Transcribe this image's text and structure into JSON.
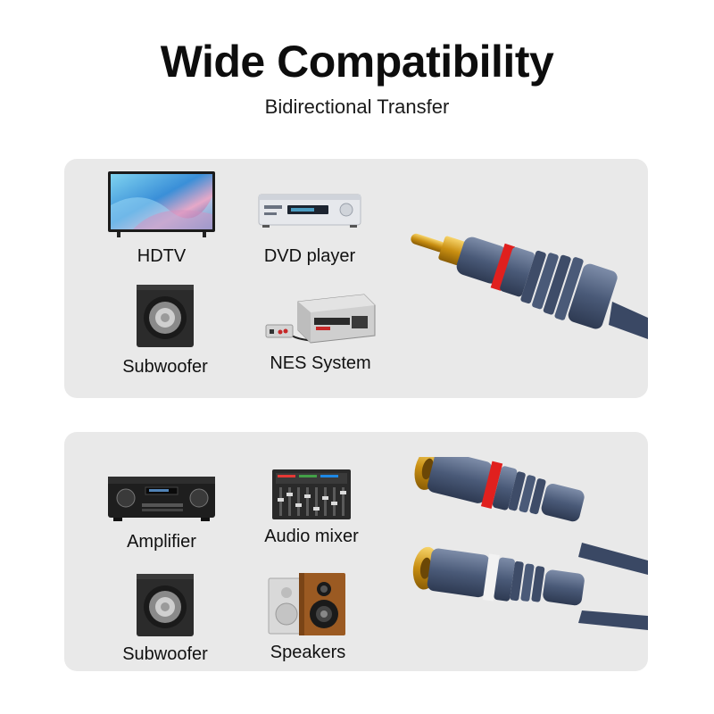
{
  "header": {
    "title": "Wide Compatibility",
    "subtitle": "Bidirectional Transfer"
  },
  "top_panel": {
    "devices": [
      {
        "label": "HDTV",
        "icon": "hdtv-icon"
      },
      {
        "label": "DVD player",
        "icon": "dvd-player-icon"
      },
      {
        "label": "Subwoofer",
        "icon": "subwoofer-icon"
      },
      {
        "label": "NES System",
        "icon": "nes-console-icon"
      }
    ],
    "cable": "rca-male-plug"
  },
  "bottom_panel": {
    "devices": [
      {
        "label": "Amplifier",
        "icon": "amplifier-icon"
      },
      {
        "label": "Audio mixer",
        "icon": "audio-mixer-icon"
      },
      {
        "label": "Subwoofer",
        "icon": "subwoofer-icon"
      },
      {
        "label": "Speakers",
        "icon": "speakers-icon"
      }
    ],
    "cable": "rca-female-splitter"
  },
  "colors": {
    "panel_bg": "#e9e9e9",
    "cable_blue": "#4a5a78",
    "gold": "#d9a520",
    "red_ring": "#e0201e",
    "white_ring": "#f2f2f2"
  }
}
